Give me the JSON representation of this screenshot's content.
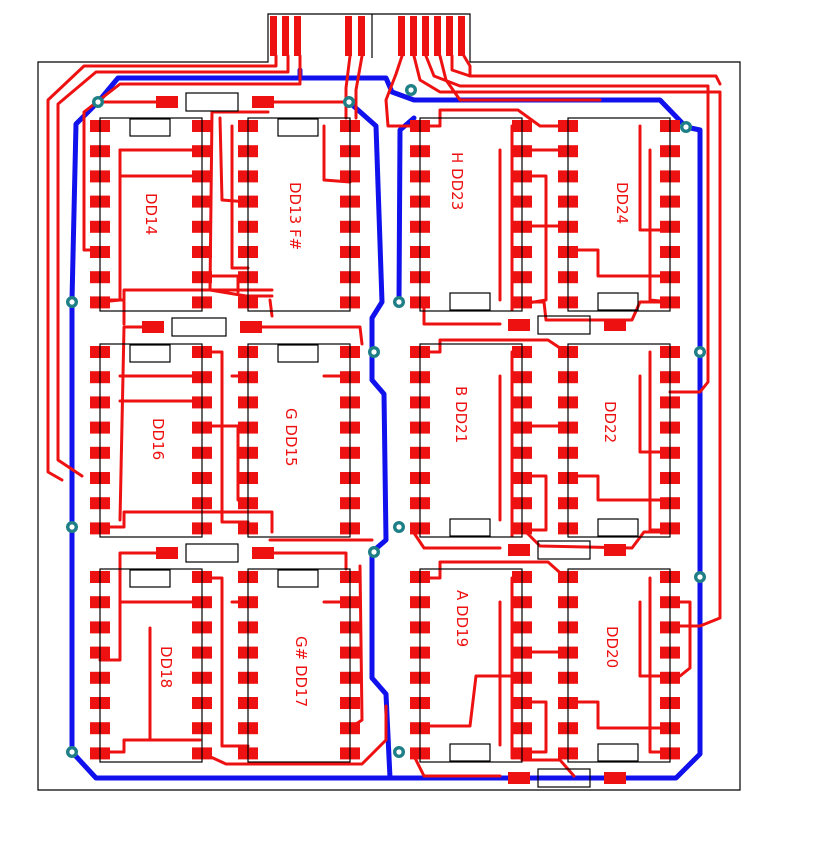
{
  "colors": {
    "background": "#ffffff",
    "outline": "#000000",
    "copper": "#ee1111",
    "ground": "#1111ee",
    "via_ring": "#1f7f86",
    "via_hole": "#ffffff"
  },
  "chips": [
    {
      "id": "DD14",
      "label": "DD14"
    },
    {
      "id": "DD13",
      "label": "DD13  F#"
    },
    {
      "id": "DD23",
      "label": "H  DD23"
    },
    {
      "id": "DD24",
      "label": "DD24"
    },
    {
      "id": "DD16",
      "label": "DD16"
    },
    {
      "id": "DD15",
      "label": "G  DD15"
    },
    {
      "id": "DD21",
      "label": "B  DD21"
    },
    {
      "id": "DD22",
      "label": "DD22"
    },
    {
      "id": "DD18",
      "label": "DD18"
    },
    {
      "id": "DD17",
      "label": "G#  DD17"
    },
    {
      "id": "DD19",
      "label": "A   DD19"
    },
    {
      "id": "DD20",
      "label": "DD20"
    }
  ]
}
